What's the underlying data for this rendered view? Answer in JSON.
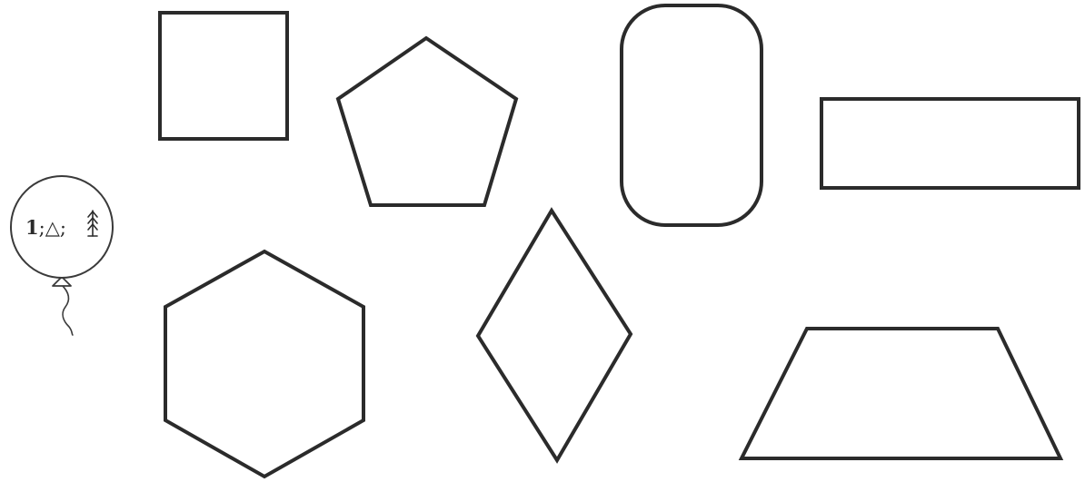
{
  "balloon": {
    "label_number": "1",
    "label_sep_1": ";",
    "label_triangle": "△",
    "label_sep_2": ";",
    "tree_icon": "tree-icon"
  },
  "shapes": [
    {
      "name": "square",
      "kind": "square"
    },
    {
      "name": "pentagon",
      "kind": "pentagon"
    },
    {
      "name": "rounded-rectangle",
      "kind": "rounded-rectangle"
    },
    {
      "name": "rectangle",
      "kind": "rectangle"
    },
    {
      "name": "hexagon",
      "kind": "hexagon"
    },
    {
      "name": "rhombus",
      "kind": "rhombus"
    },
    {
      "name": "trapezoid",
      "kind": "trapezoid"
    }
  ],
  "colors": {
    "stroke": "#2b2b2b",
    "background": "#ffffff"
  }
}
